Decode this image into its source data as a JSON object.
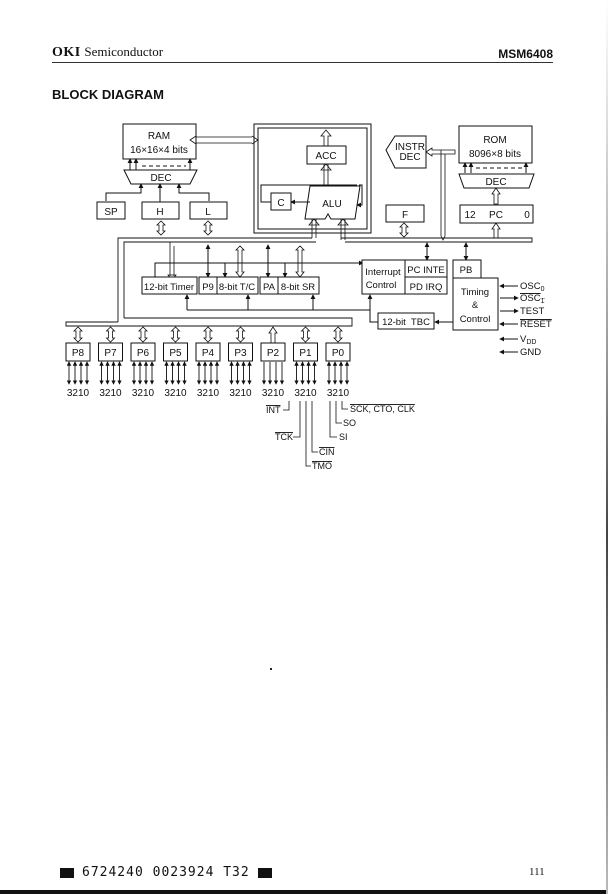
{
  "header": {
    "brand_bold": "OKI",
    "brand_rest": "Semiconductor",
    "model": "MSM6408"
  },
  "section_title": "BLOCK DIAGRAM",
  "diagram": {
    "ram": {
      "title": "RAM",
      "size": "16×16×4 bits",
      "dec": "DEC"
    },
    "registers": {
      "sp": "SP",
      "h": "H",
      "l": "L",
      "f": "F",
      "c": "C"
    },
    "acc": "ACC",
    "alu": "ALU",
    "instr_dec": {
      "line1": "INSTR",
      "line2": "DEC"
    },
    "rom": {
      "title": "ROM",
      "size": "8096×8 bits",
      "dec": "DEC"
    },
    "pc": {
      "msb": "12",
      "label": "PC",
      "lsb": "0"
    },
    "peripherals": {
      "timer12": "12-bit Timer",
      "p9": "P9",
      "tc8": "8-bit T/C",
      "pa": "PA",
      "sr8": "8-bit SR",
      "interrupt_line1": "Interrupt",
      "interrupt_line2": "Control",
      "pc_inte": "PC INTE",
      "pd_irq": "PD IRQ",
      "pb": "PB",
      "timing_line1": "Timing",
      "timing_line2": "&",
      "timing_line3": "Control",
      "tbc12": "12-bit  TBC"
    },
    "control_pins": [
      {
        "name": "OSC",
        "sub": "0",
        "overline": false,
        "dir": "in"
      },
      {
        "name": "OSC",
        "sub": "1",
        "overline": true,
        "dir": "out"
      },
      {
        "name": "TEST",
        "sub": "",
        "overline": false,
        "dir": "out"
      },
      {
        "name": "RESET",
        "sub": "",
        "overline": true,
        "dir": "in"
      },
      {
        "name": "V",
        "sub": "DD",
        "overline": false,
        "dir": "in"
      },
      {
        "name": "GND",
        "sub": "",
        "overline": false,
        "dir": "in"
      }
    ],
    "ports": [
      "P8",
      "P7",
      "P6",
      "P5",
      "P4",
      "P3",
      "P2",
      "P1",
      "P0"
    ],
    "bit_label": "3210",
    "pin_functions": {
      "int": "INT",
      "tck": "TCK",
      "cin": "CIN",
      "tmo": "TMO",
      "si": "SI",
      "so": "SO",
      "sck_cto_clk": "SCK, CTO, CLK"
    }
  },
  "footer": {
    "code": "6724240 0023924 T32",
    "page_number": "111"
  }
}
